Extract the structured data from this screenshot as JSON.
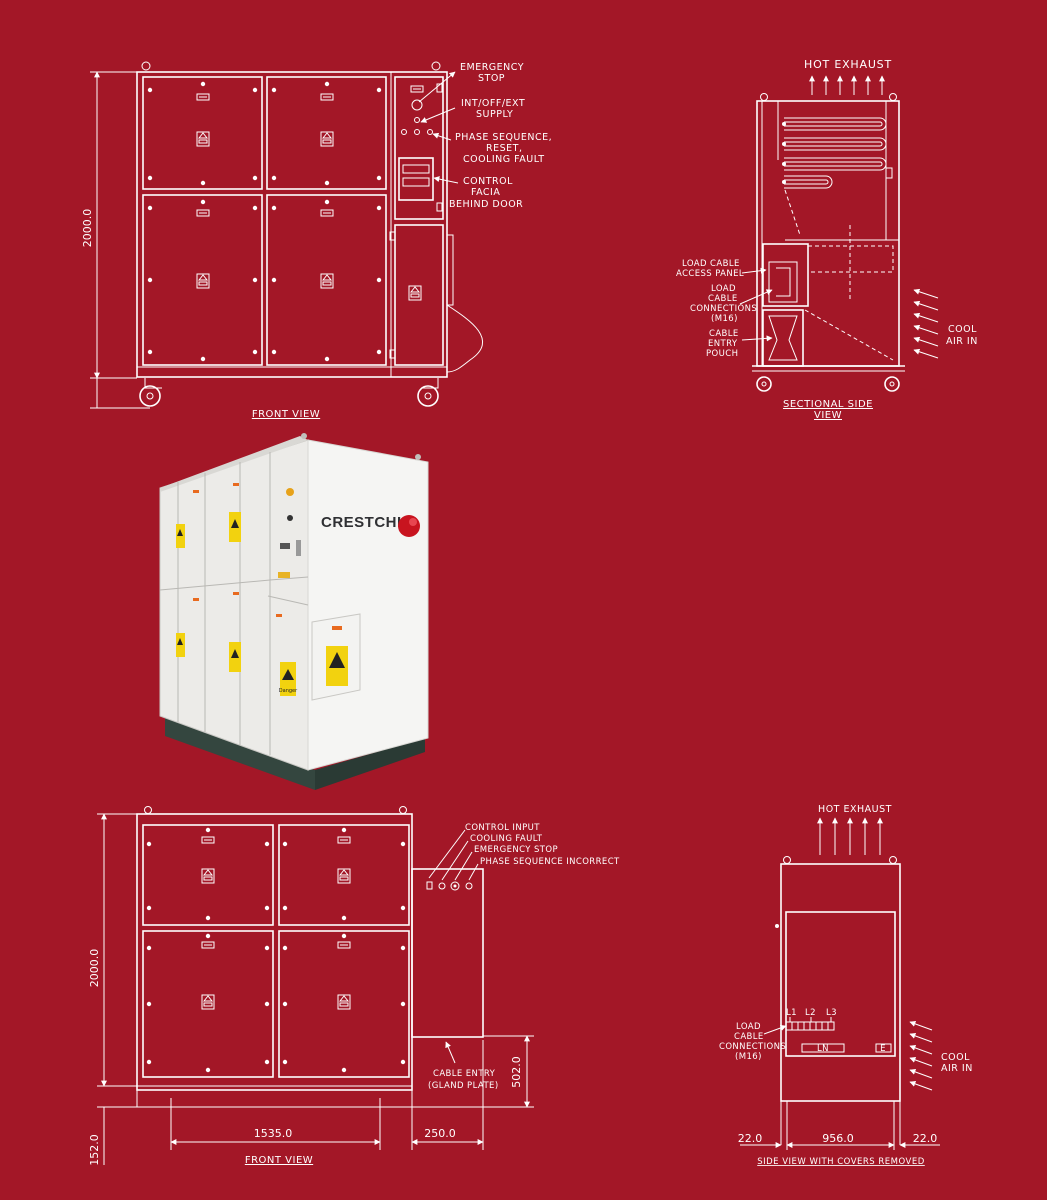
{
  "colors": {
    "background": "#a31727",
    "line": "#ffffff",
    "cabinet": "#f1f1ef"
  },
  "top_front": {
    "title": "FRONT VIEW",
    "height_dim": "2000.0",
    "callouts": {
      "emergency_stop_1": "EMERGENCY",
      "emergency_stop_2": "STOP",
      "supply_1": "INT/OFF/EXT",
      "supply_2": "SUPPLY",
      "phase_1": "PHASE SEQUENCE,",
      "phase_2": "RESET,",
      "phase_3": "COOLING FAULT",
      "control_1": "CONTROL",
      "control_2": "FACIA",
      "control_3": "BEHIND DOOR"
    }
  },
  "top_side": {
    "title_1": "SECTIONAL SIDE",
    "title_2": "VIEW",
    "hot_exhaust": "HOT EXHAUST",
    "cool_air_1": "COOL",
    "cool_air_2": "AIR IN",
    "callouts": {
      "access_1": "LOAD CABLE",
      "access_2": "ACCESS PANEL",
      "conn_1": "LOAD",
      "conn_2": "CABLE",
      "conn_3": "CONNECTIONS",
      "conn_4": "(M16)",
      "pouch_1": "CABLE",
      "pouch_2": "ENTRY",
      "pouch_3": "POUCH"
    }
  },
  "photo": {
    "brand": "CRESTCHIC",
    "danger": "Danger"
  },
  "bottom_front": {
    "title": "FRONT VIEW",
    "height_dim": "2000.0",
    "base_dim": "152.0",
    "width_dim": "1535.0",
    "side_dim": "250.0",
    "gland_dim": "502.0",
    "callouts": {
      "control_input": "CONTROL INPUT",
      "cooling_fault": "COOLING FAULT",
      "emergency_stop": "EMERGENCY STOP",
      "phase_seq": "PHASE SEQUENCE INCORRECT",
      "cable_entry_1": "CABLE ENTRY",
      "cable_entry_2": "(GLAND PLATE)"
    }
  },
  "bottom_side": {
    "title": "SIDE VIEW WITH COVERS REMOVED",
    "hot_exhaust": "HOT EXHAUST",
    "cool_air_1": "COOL",
    "cool_air_2": "AIR IN",
    "left_dim": "22.0",
    "mid_dim": "956.0",
    "right_dim": "22.0",
    "terminals": {
      "l1": "L1",
      "l2": "L2",
      "l3": "L3",
      "ln": "LN",
      "e": "E"
    },
    "callouts": {
      "conn_1": "LOAD",
      "conn_2": "CABLE",
      "conn_3": "CONNECTIONS",
      "conn_4": "(M16)"
    }
  }
}
